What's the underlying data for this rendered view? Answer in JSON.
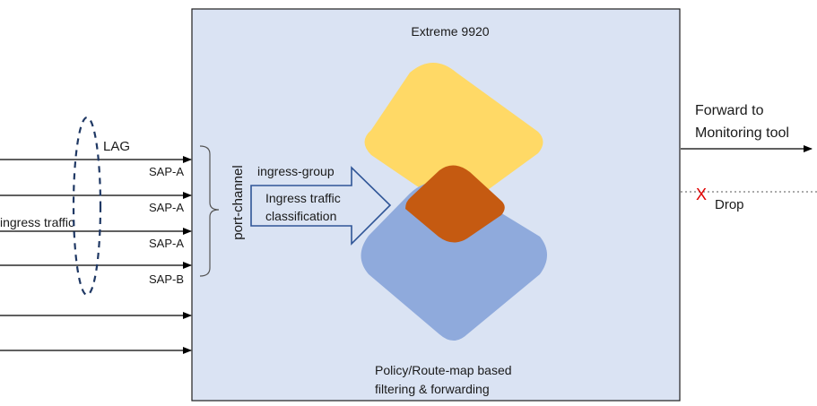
{
  "device": {
    "title": "Extreme 9920"
  },
  "left": {
    "lag_label": "LAG",
    "ingress_label": "ingress traffic",
    "saps": [
      "SAP-A",
      "SAP-A",
      "SAP-A",
      "SAP-B"
    ],
    "port_channel_label": "port-channel"
  },
  "classifier": {
    "group_label": "ingress-group",
    "line1": "Ingress traffic",
    "line2": "classification"
  },
  "policy": {
    "line1": "Policy/Route-map based",
    "line2": "filtering & forwarding"
  },
  "outputs": {
    "forward_line1": "Forward to",
    "forward_line2": "Monitoring tool",
    "drop_mark": "X",
    "drop_label": "Drop"
  },
  "colors": {
    "box_fill": "#dae3f3",
    "box_stroke": "#1f1f1f",
    "diamond_top": "#ffd966",
    "diamond_bottom": "#8faadc",
    "diamond_overlap": "#c55a11",
    "arrow_stroke": "#2f5597",
    "lag_stroke": "#1f3864",
    "drop_mark": "#e00000"
  }
}
